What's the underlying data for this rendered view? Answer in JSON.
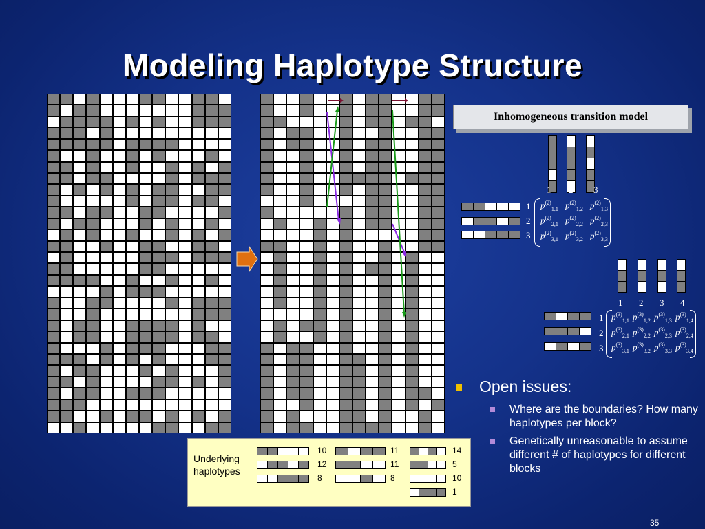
{
  "title": "Modeling Haplotype Structure",
  "model_banner": "Inhomogeneous transition model",
  "matrix1": {
    "col_numbers": [
      "1",
      "2",
      "3"
    ],
    "row_numbers": [
      "1",
      "2",
      "3"
    ],
    "superscript": "(2)",
    "entries": [
      [
        "1,1",
        "1,2",
        "1,3"
      ],
      [
        "2,1",
        "2,2",
        "2,3"
      ],
      [
        "3,1",
        "3,2",
        "3,3"
      ]
    ]
  },
  "matrix2": {
    "col_numbers": [
      "1",
      "2",
      "3",
      "4"
    ],
    "row_numbers": [
      "1",
      "2",
      "3"
    ],
    "superscript": "(3)",
    "entries": [
      [
        "1,1",
        "1,2",
        "1,3",
        "1,4"
      ],
      [
        "2,1",
        "2,2",
        "2,3",
        "2,4"
      ],
      [
        "3,1",
        "3,2",
        "3,3",
        "3,4"
      ]
    ]
  },
  "open_issues": {
    "heading": "Open issues:",
    "items": [
      "Where are the boundaries? How many haplotypes per block?",
      "Genetically unreasonable to assume different # of haplotypes for different blocks"
    ]
  },
  "underlying": {
    "label_line1": "Underlying",
    "label_line2": "haplotypes",
    "col1_counts": [
      "10",
      "12",
      "8"
    ],
    "col2_counts": [
      "11",
      "11",
      "8"
    ],
    "col3_counts": [
      "14",
      "5",
      "10",
      "1"
    ]
  },
  "page_number": "35",
  "colors": {
    "gray_cell": "#808080",
    "white_cell": "#ffffff",
    "background": "#14328a",
    "arrow_orange": "#e07010",
    "bullet_yellow": "#f0c000",
    "purple_line": "#8a2be2",
    "green_line": "#1a9a1a"
  }
}
